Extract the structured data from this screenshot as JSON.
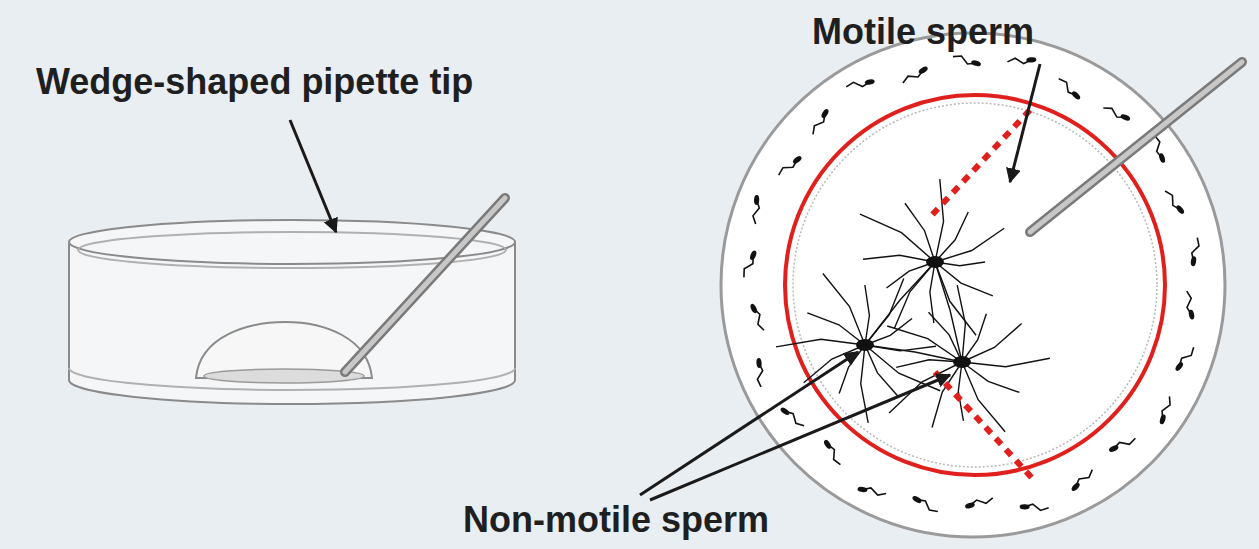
{
  "diagram": {
    "labels": [
      "Wedge-shaped pipette tip",
      "Motile sperm",
      "Non-motile sperm"
    ]
  }
}
